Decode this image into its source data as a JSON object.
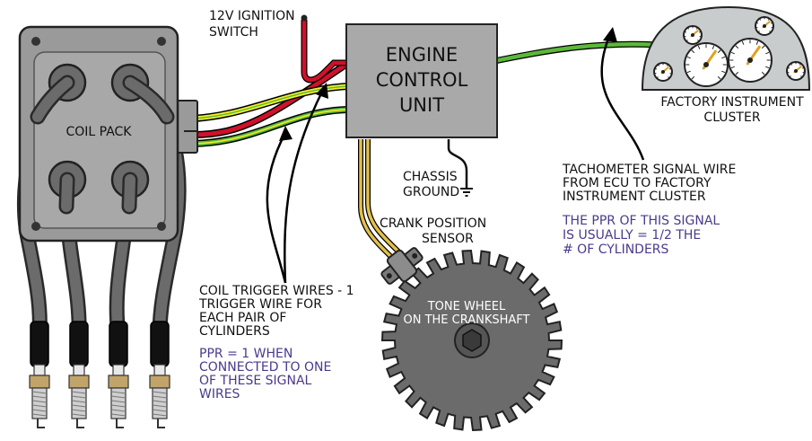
{
  "labels": {
    "ignition_switch": [
      "12V IGNITION",
      "SWITCH"
    ],
    "coil_pack": "COIL PACK",
    "ecu": [
      "ENGINE",
      "CONTROL",
      "UNIT"
    ],
    "cluster": [
      "FACTORY INSTRUMENT",
      "CLUSTER"
    ],
    "chassis_ground": [
      "CHASSIS",
      "GROUND"
    ],
    "crank_sensor": [
      "CRANK POSITION",
      "SENSOR"
    ],
    "tone_wheel": [
      "TONE WHEEL",
      "ON THE CRANKSHAFT"
    ],
    "tach_wire": [
      "TACHOMETER SIGNAL WIRE",
      "FROM ECU TO FACTORY",
      "INSTRUMENT CLUSTER"
    ],
    "tach_ppr": [
      "THE PPR OF THIS SIGNAL",
      "IS USUALLY = 1/2 THE",
      "# OF CYLINDERS"
    ],
    "coil_trigger": [
      "COIL TRIGGER WIRES - 1",
      "TRIGGER WIRE FOR",
      "EACH PAIR OF",
      "CYLINDERS"
    ],
    "coil_ppr": [
      "PPR = 1 WHEN",
      "CONNECTED TO ONE",
      "OF THESE SIGNAL",
      "WIRES"
    ]
  },
  "colors": {
    "power_wire": "#d0112b",
    "trigger_wire_yellow": "#f4ef2a",
    "trigger_wire_green": "#5cb83a",
    "tach_wire": "#5cb83a",
    "crank_wire": "#e3c04a",
    "body_gray": "#9a9a9a",
    "note_text": "#4a3a8c"
  }
}
